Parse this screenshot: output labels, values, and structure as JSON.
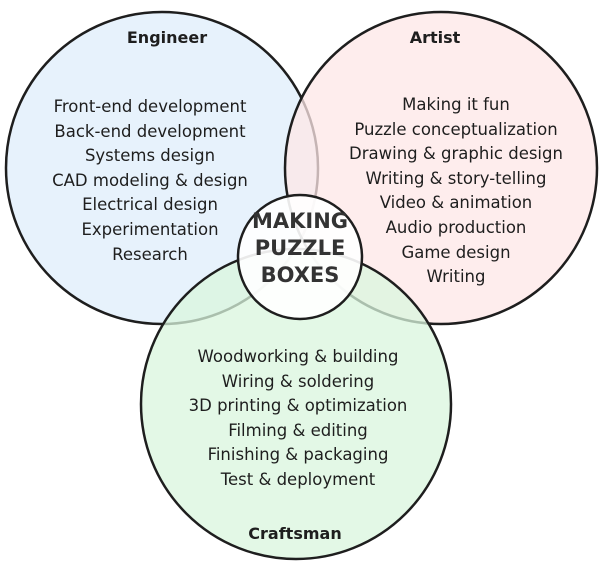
{
  "diagram": {
    "center": [
      "MAKING",
      "PUZZLE",
      "BOXES"
    ],
    "colors": {
      "engineer": "#e3f0fc",
      "artist": "#fde7e7",
      "craftsman": "#d9f5de",
      "stroke": "#1e1e1e"
    },
    "engineer": {
      "title": "Engineer",
      "items": [
        "Front-end development",
        "Back-end development",
        "Systems design",
        "CAD modeling & design",
        "Electrical design",
        "Experimentation",
        "Research"
      ]
    },
    "artist": {
      "title": "Artist",
      "items": [
        "Making it fun",
        "Puzzle conceptualization",
        "Drawing & graphic design",
        "Writing & story-telling",
        "Video & animation",
        "Audio production",
        "Game design",
        "Writing"
      ]
    },
    "craftsman": {
      "title": "Craftsman",
      "items": [
        "Woodworking & building",
        "Wiring & soldering",
        "3D printing & optimization",
        "Filming & editing",
        "Finishing & packaging",
        "Test & deployment"
      ]
    }
  }
}
